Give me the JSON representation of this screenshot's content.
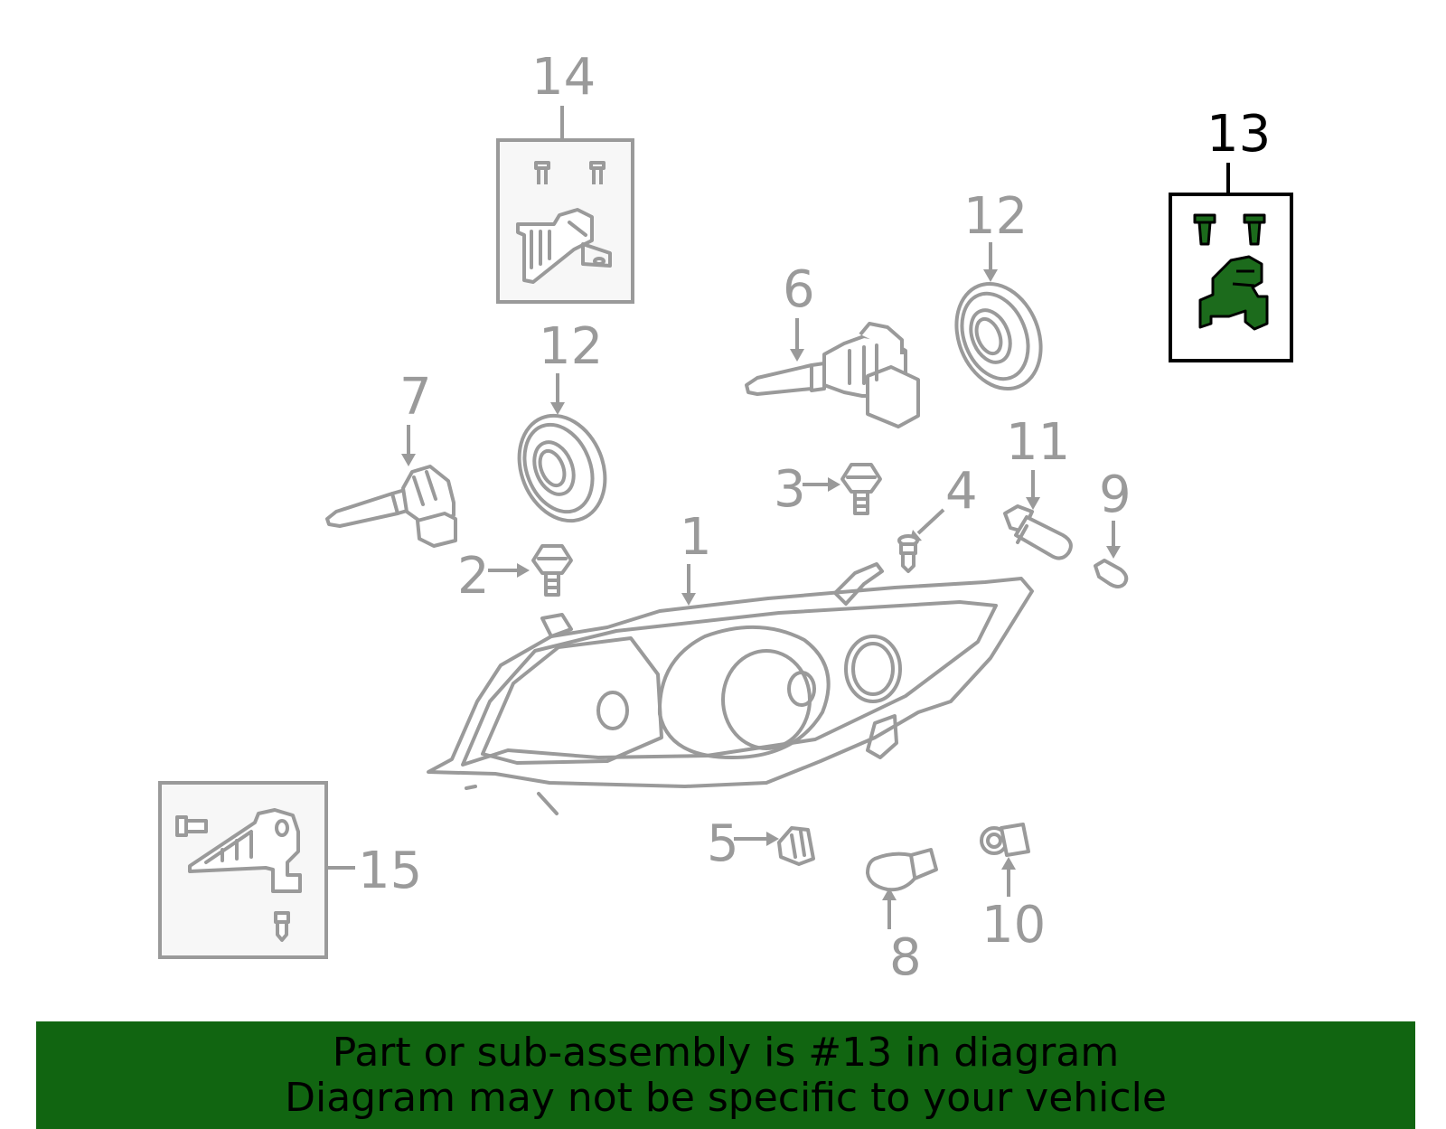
{
  "diagram": {
    "highlight_color": "#1c6b1c",
    "highlighted_callout": "13",
    "callouts": {
      "c1": "1",
      "c2": "2",
      "c3": "3",
      "c4": "4",
      "c5": "5",
      "c6": "6",
      "c7": "7",
      "c8": "8",
      "c9": "9",
      "c10": "10",
      "c11": "11",
      "c12a": "12",
      "c12b": "12",
      "c13": "13",
      "c14": "14",
      "c15": "15"
    }
  },
  "banner": {
    "background": "#116511",
    "line1": "Part or sub-assembly is #13 in diagram",
    "line2": "Diagram may not be specific to your vehicle"
  }
}
